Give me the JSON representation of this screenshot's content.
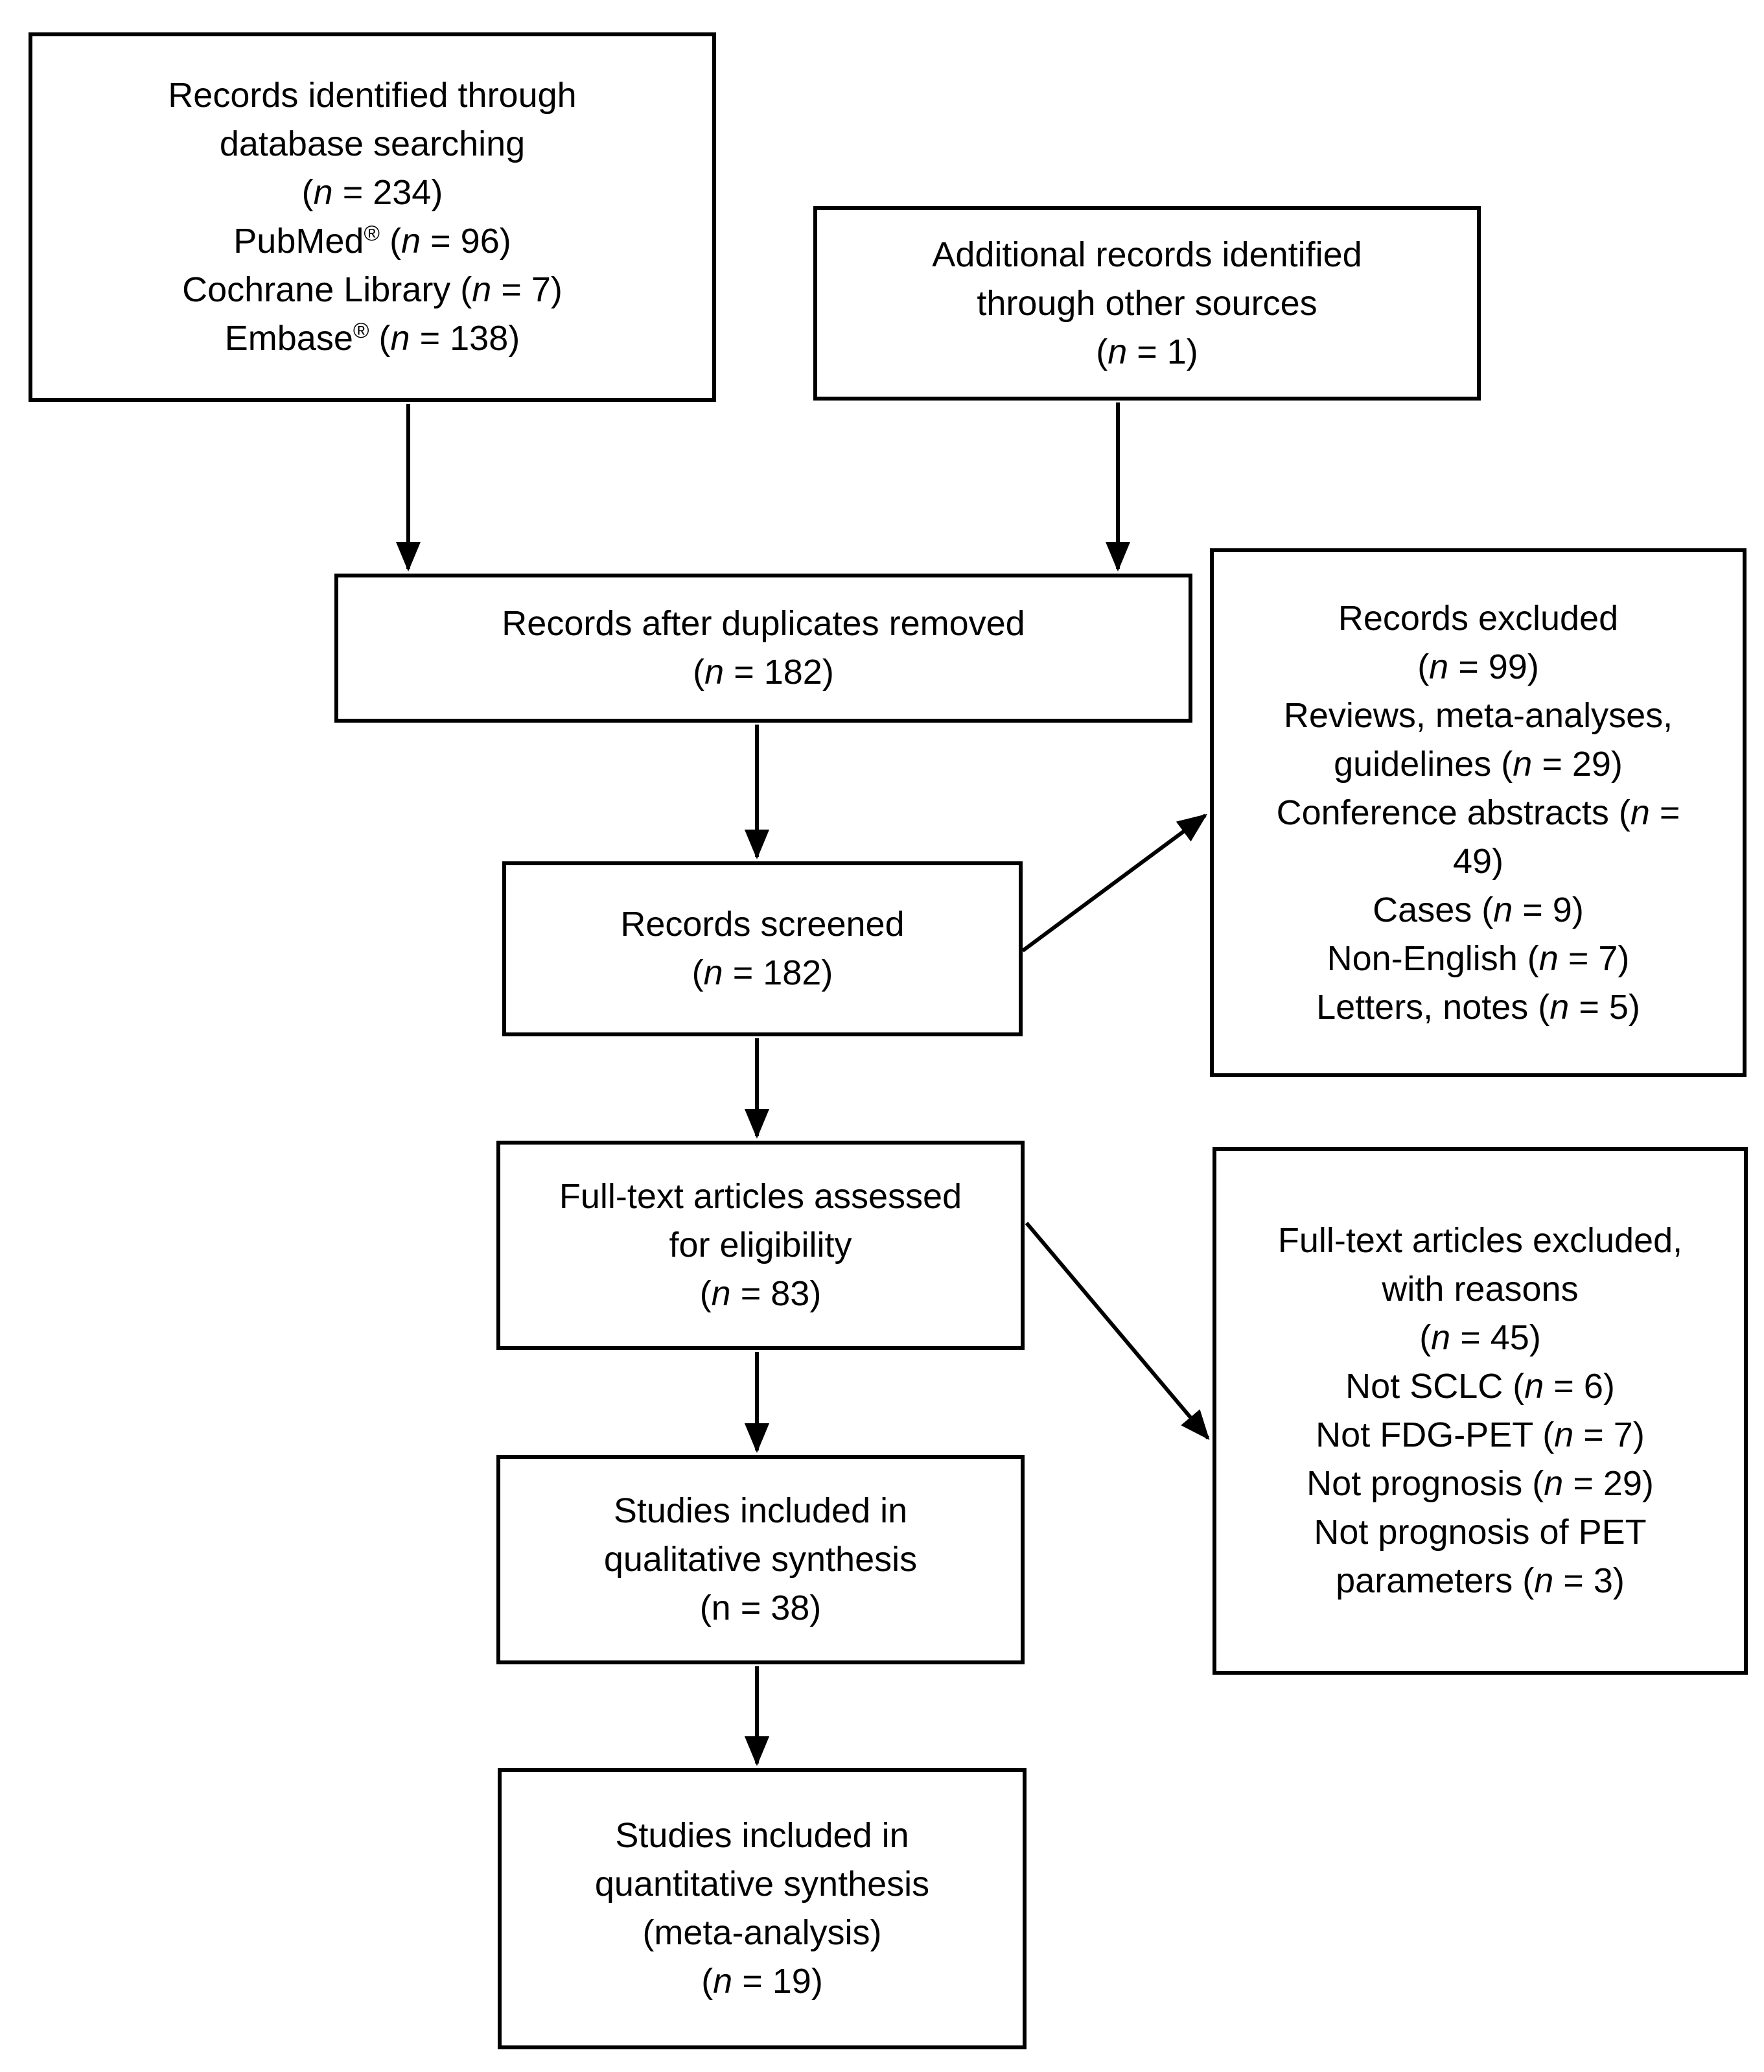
{
  "diagram": {
    "title": "Study selection flow diagram",
    "colors": {
      "background": "#ffffff",
      "box_border": "#000000",
      "text": "#000000",
      "arrow": "#000000"
    },
    "boxes": {
      "identification": {
        "lines": [
          "Records identified through",
          "database searching",
          "(*n* = 234)",
          "PubMed® (*n* = 96)",
          "Cochrane Library (*n* = 7)",
          "Embase® (*n* = 138)"
        ]
      },
      "other_sources": {
        "lines": [
          "Additional records identified",
          "through other sources",
          "(*n* = 1)"
        ]
      },
      "duplicates_removed": {
        "lines": [
          "Records after duplicates removed",
          "(*n* = 182)"
        ]
      },
      "records_excluded": {
        "lines": [
          "Records excluded",
          "(*n* = 99)",
          "Reviews, meta-analyses,",
          "guidelines (*n* = 29)",
          "Conference abstracts (*n* =",
          "49)",
          "Cases (*n* = 9)",
          "Non-English (*n* = 7)",
          "Letters, notes (*n* = 5)"
        ]
      },
      "records_screened": {
        "lines": [
          "Records screened",
          "(*n* = 182)"
        ]
      },
      "fulltext_assessed": {
        "lines": [
          "Full-text articles assessed",
          "for eligibility",
          "(*n* = 83)"
        ]
      },
      "fulltext_excluded": {
        "lines": [
          "Full-text articles excluded,",
          "with reasons",
          "(*n* = 45)",
          "Not SCLC (*n* = 6)",
          "Not FDG-PET (*n* = 7)",
          "Not prognosis (*n* = 29)",
          "Not prognosis of PET",
          "parameters (*n* = 3)"
        ]
      },
      "qualitative": {
        "lines": [
          "Studies included in",
          "qualitative synthesis",
          "(n = 38)"
        ]
      },
      "quantitative": {
        "lines": [
          "Studies included in",
          "quantitative synthesis",
          "(meta-analysis)",
          "(*n* = 19)"
        ]
      }
    }
  }
}
